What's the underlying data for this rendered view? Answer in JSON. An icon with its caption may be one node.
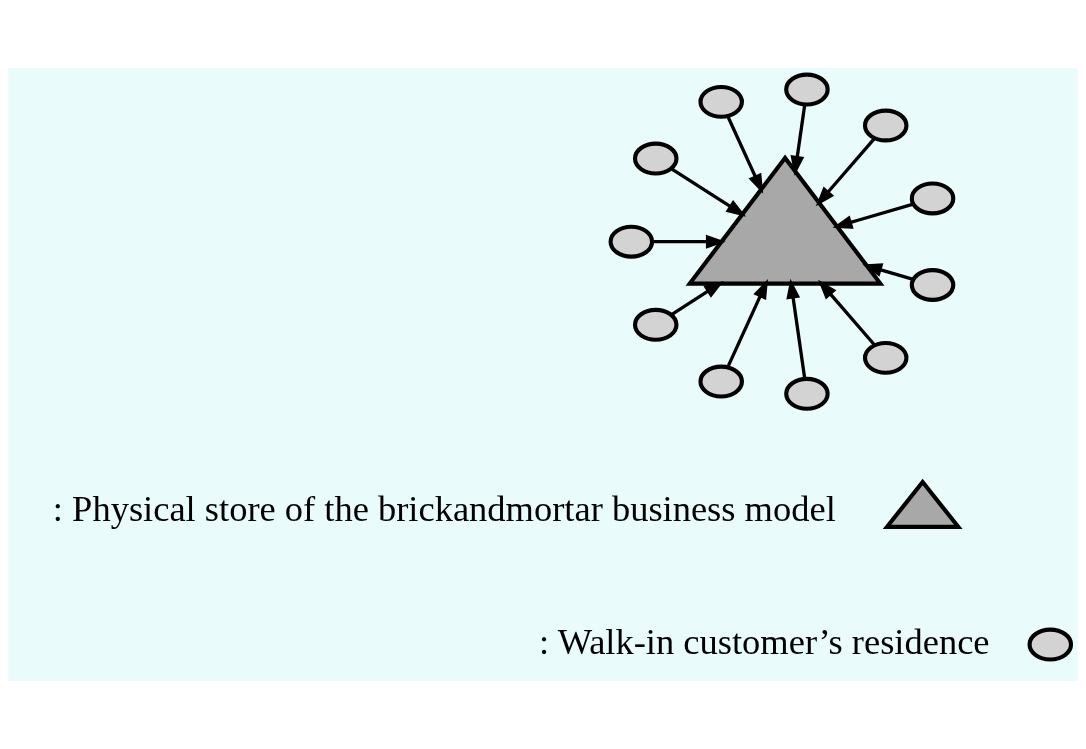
{
  "diagram": {
    "nodes": [
      {
        "text": [],
        "shape": "circle"
      },
      {
        "text": [],
        "shape": "circle"
      },
      {
        "text": [],
        "shape": "circle"
      },
      {
        "text": [],
        "shape": "circle"
      },
      {
        "text": [],
        "shape": "circle"
      },
      {
        "text": [],
        "shape": "circle"
      },
      {
        "text": [],
        "shape": "triangle"
      },
      {
        "text": [],
        "shape": "circle"
      },
      {
        "text": [],
        "shape": "circle"
      },
      {
        "text": [],
        "shape": "circle"
      },
      {
        "text": [],
        "shape": "circle"
      },
      {
        "text": [],
        "shape": "circle"
      },
      {
        "text": [],
        "shape": "triangle"
      },
      {
        "text": [],
        "shape": "circle"
      }
    ],
    "edges": [
      {
        "from": 0,
        "to": 6,
        "arrow": "to"
      },
      {
        "from": 1,
        "to": 6,
        "arrow": "to"
      },
      {
        "from": 2,
        "to": 6,
        "arrow": "to"
      },
      {
        "from": 3,
        "to": 6,
        "arrow": "to"
      },
      {
        "from": 4,
        "to": 6,
        "arrow": "to"
      },
      {
        "from": 5,
        "to": 6,
        "arrow": "to"
      },
      {
        "from": 7,
        "to": 6,
        "arrow": "to"
      },
      {
        "from": 8,
        "to": 6,
        "arrow": "to"
      },
      {
        "from": 9,
        "to": 6,
        "arrow": "to"
      },
      {
        "from": 10,
        "to": 6,
        "arrow": "to"
      },
      {
        "from": 11,
        "to": 6,
        "arrow": "to"
      }
    ],
    "legend": [
      {
        "text": ": Physical store of the brickandmortar business model"
      },
      {
        "text": ": Walk-in customer’s residence"
      }
    ]
  }
}
